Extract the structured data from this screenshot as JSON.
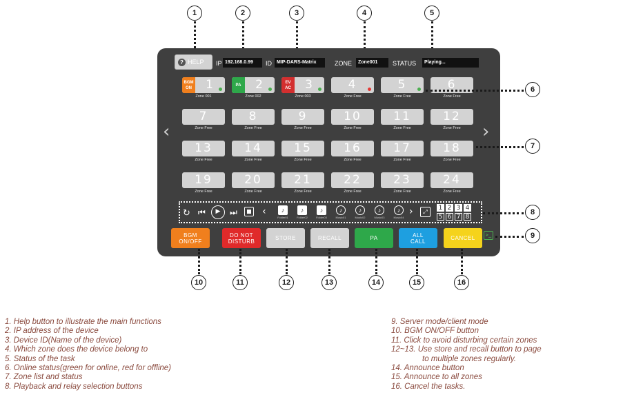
{
  "callouts": [
    "1",
    "2",
    "3",
    "4",
    "5",
    "6",
    "7",
    "8",
    "9",
    "10",
    "11",
    "12",
    "13",
    "14",
    "15",
    "16"
  ],
  "header": {
    "help_label": "HELP",
    "ip_label": "IP",
    "ip_value": "192.168.0.99",
    "id_label": "ID",
    "id_value": "MIP-DARS-Matrix",
    "zone_label": "ZONE",
    "zone_value": "Zone001",
    "status_label": "STATUS",
    "status_value": "Playing..."
  },
  "zones": [
    {
      "num": "1",
      "label": "Zone 001",
      "tag": [
        "BGM",
        "ON"
      ],
      "tag_color": "#f07f1d",
      "dot": "#4caf50"
    },
    {
      "num": "2",
      "label": "Zone 002",
      "tag": [
        "PA"
      ],
      "tag_color": "#2ea84a",
      "dot": "#4caf50"
    },
    {
      "num": "3",
      "label": "Zone 003",
      "tag": [
        "EV",
        "AC"
      ],
      "tag_color": "#d32f2f",
      "dot": "#4caf50"
    },
    {
      "num": "4",
      "label": "Zone Free",
      "dot": "#e53935"
    },
    {
      "num": "5",
      "label": "Zone Free",
      "dot": "#4caf50"
    },
    {
      "num": "6",
      "label": "Zone Free"
    },
    {
      "num": "7",
      "label": "Zone Free"
    },
    {
      "num": "8",
      "label": "Zone Free"
    },
    {
      "num": "9",
      "label": "Zone Free"
    },
    {
      "num": "10",
      "label": "Zone Free"
    },
    {
      "num": "11",
      "label": "Zone Free"
    },
    {
      "num": "12",
      "label": "Zone Free"
    },
    {
      "num": "13",
      "label": "Zone Free"
    },
    {
      "num": "14",
      "label": "Zone Free"
    },
    {
      "num": "15",
      "label": "Zone Free"
    },
    {
      "num": "16",
      "label": "Zone Free"
    },
    {
      "num": "17",
      "label": "Zone Free"
    },
    {
      "num": "18",
      "label": "Zone Free"
    },
    {
      "num": "19",
      "label": "Zone Free"
    },
    {
      "num": "20",
      "label": "Zone Free"
    },
    {
      "num": "21",
      "label": "Zone Free"
    },
    {
      "num": "22",
      "label": "Zone Free"
    },
    {
      "num": "23",
      "label": "Zone Free"
    },
    {
      "num": "24",
      "label": "Zone Free"
    }
  ],
  "songs": [
    {
      "label": "Folder01",
      "style": "folder"
    },
    {
      "label": "Folder02",
      "style": "folder"
    },
    {
      "label": "Folder03",
      "style": "folder"
    },
    {
      "label": "Music01",
      "style": "music"
    },
    {
      "label": "Music02",
      "style": "music"
    },
    {
      "label": "Music03",
      "style": "music"
    },
    {
      "label": "Music04",
      "style": "music"
    }
  ],
  "relays": [
    {
      "n": "1",
      "on": true
    },
    {
      "n": "2",
      "on": true
    },
    {
      "n": "3",
      "on": true
    },
    {
      "n": "4",
      "on": true
    },
    {
      "n": "5",
      "on": false
    },
    {
      "n": "6",
      "on": false
    },
    {
      "n": "7",
      "on": false
    },
    {
      "n": "8",
      "on": false
    }
  ],
  "actions": [
    {
      "name": "bgm-onoff-button",
      "lines": [
        "BGM",
        "ON/OFF"
      ],
      "bg": "#f07f1d"
    },
    {
      "name": "do-not-disturb-button",
      "lines": [
        "DO NOT",
        "DISTURB"
      ],
      "bg": "#e02a2a"
    },
    {
      "name": "store-button",
      "lines": [
        "STORE"
      ],
      "bg": "#d3d3d3"
    },
    {
      "name": "recall-button",
      "lines": [
        "RECALL"
      ],
      "bg": "#d3d3d3"
    },
    {
      "name": "pa-button",
      "lines": [
        "PA"
      ],
      "bg": "#2ea84a"
    },
    {
      "name": "all-call-button",
      "lines": [
        "ALL",
        "CALL"
      ],
      "bg": "#1e9fe0"
    },
    {
      "name": "cancel-button",
      "lines": [
        "CANCEL"
      ],
      "bg": "#f5d31c"
    }
  ],
  "legend_left": [
    "1. Help button to illustrate the main functions",
    "2. IP address of the device",
    "3. Device ID(Name of the device)",
    "4. Which zone does the device belong to",
    "5. Status of the task",
    "6. Online status(green for online, red for offline)",
    "7. Zone list and status",
    "8. Playback and relay selection buttons"
  ],
  "legend_right": [
    "9. Server mode/client mode",
    "10. BGM ON/OFF button",
    "11. Click to avoid disturbing certain zones",
    "12~13. Use store and recall button to page",
    "to multiple zones regularly.",
    "14. Announce button",
    "15. Announce to all zones",
    "16. Cancel the tasks."
  ]
}
